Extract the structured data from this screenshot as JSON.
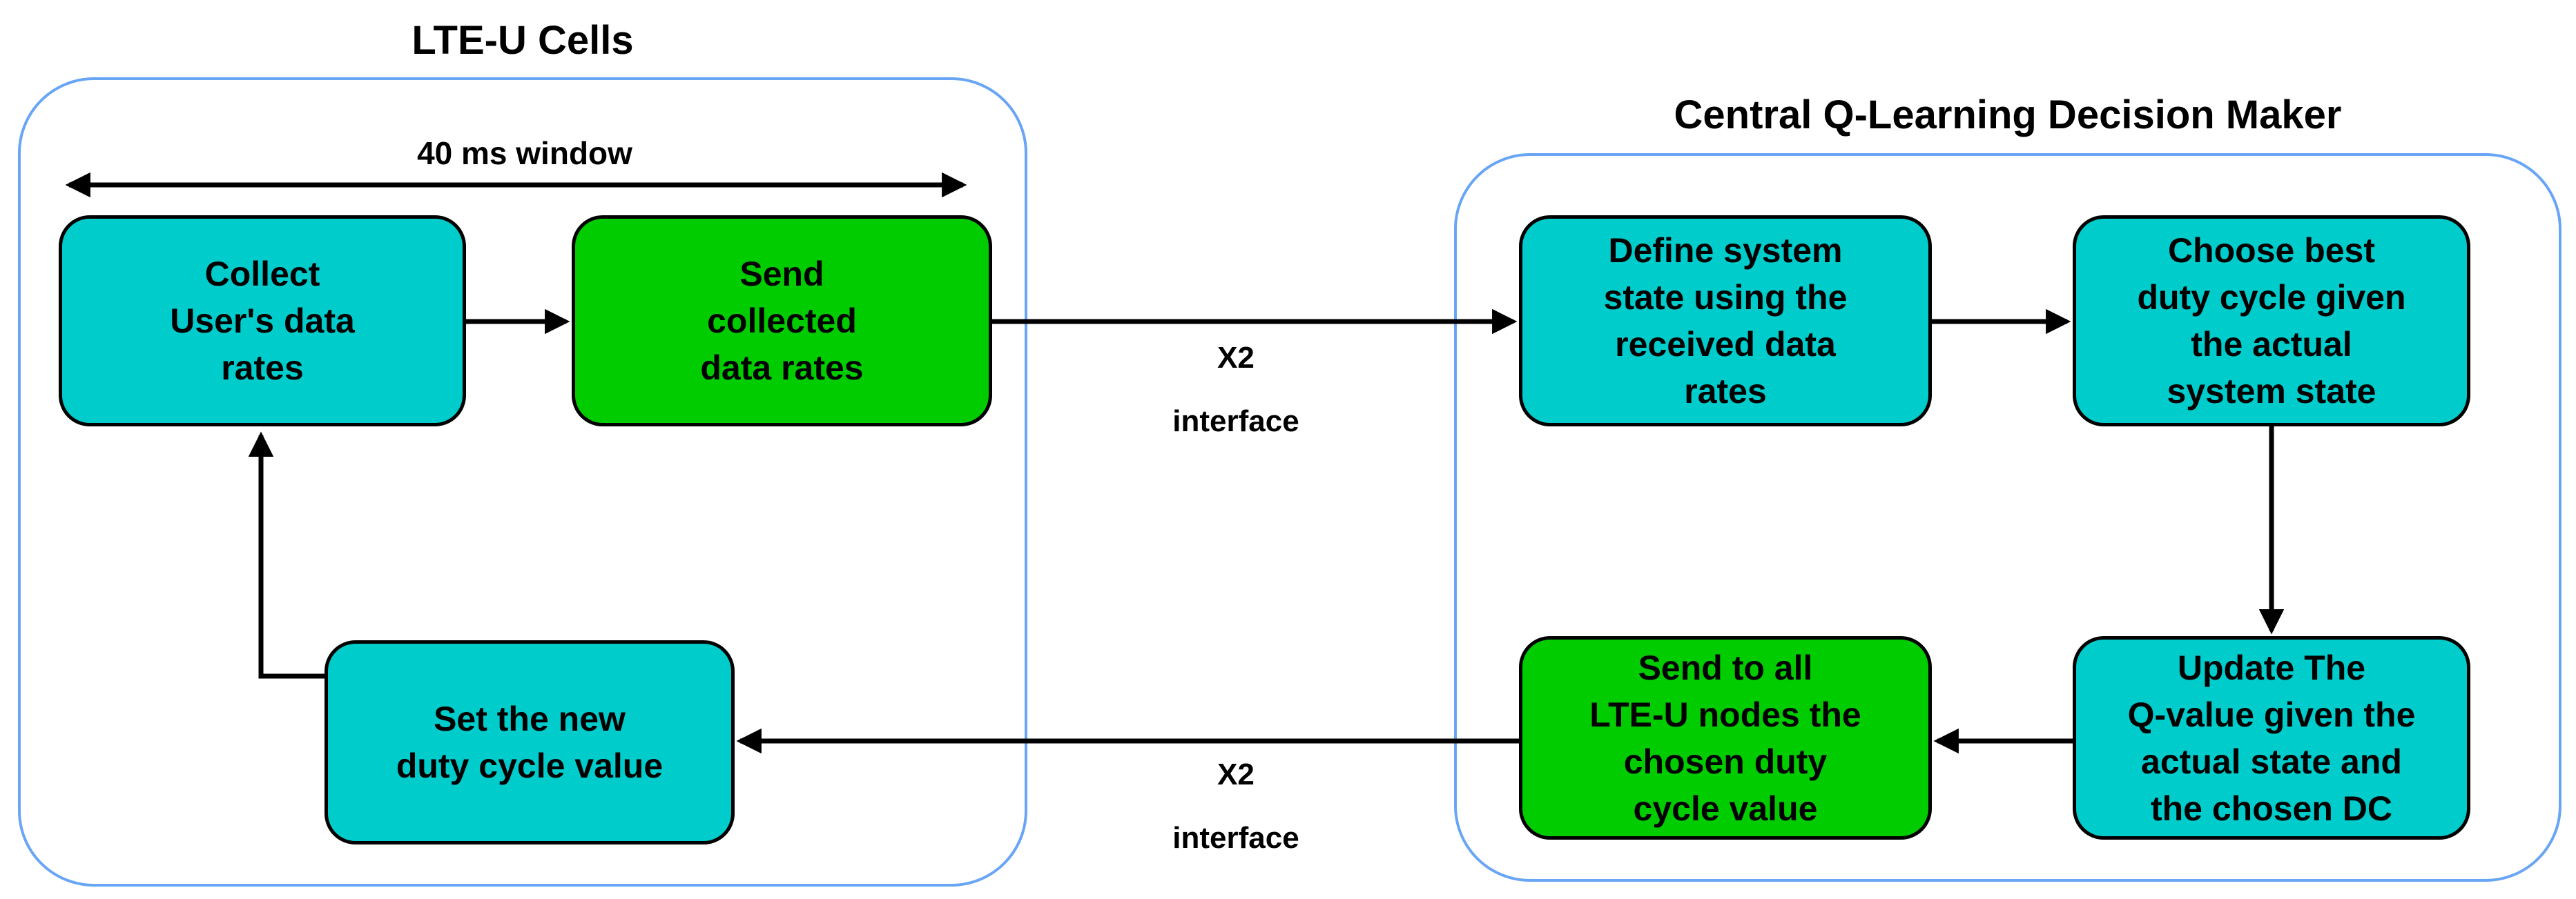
{
  "left_group": {
    "title": "LTE-U Cells",
    "window_label": "40 ms window",
    "collect_box": "Collect\nUser's data\nrates",
    "send_box": "Send\ncollected\ndata rates",
    "set_box": "Set the new\nduty cycle value"
  },
  "right_group": {
    "title": "Central Q-Learning Decision Maker",
    "define_box": "Define system\nstate using the\nreceived data\nrates",
    "choose_box": "Choose best\nduty cycle given\nthe actual\nsystem state",
    "update_box": "Update The\nQ-value given the\nactual state and\nthe chosen DC",
    "send_all_box": "Send to all\nLTE-U nodes the\nchosen duty\ncycle value"
  },
  "links": {
    "x2_top": "X2\ninterface",
    "x2_bottom": "X2\ninterface"
  },
  "colors": {
    "cyan_box": "#00CCCC",
    "green_box": "#00CC00",
    "container_border": "#69A5F5",
    "line": "#000000"
  }
}
